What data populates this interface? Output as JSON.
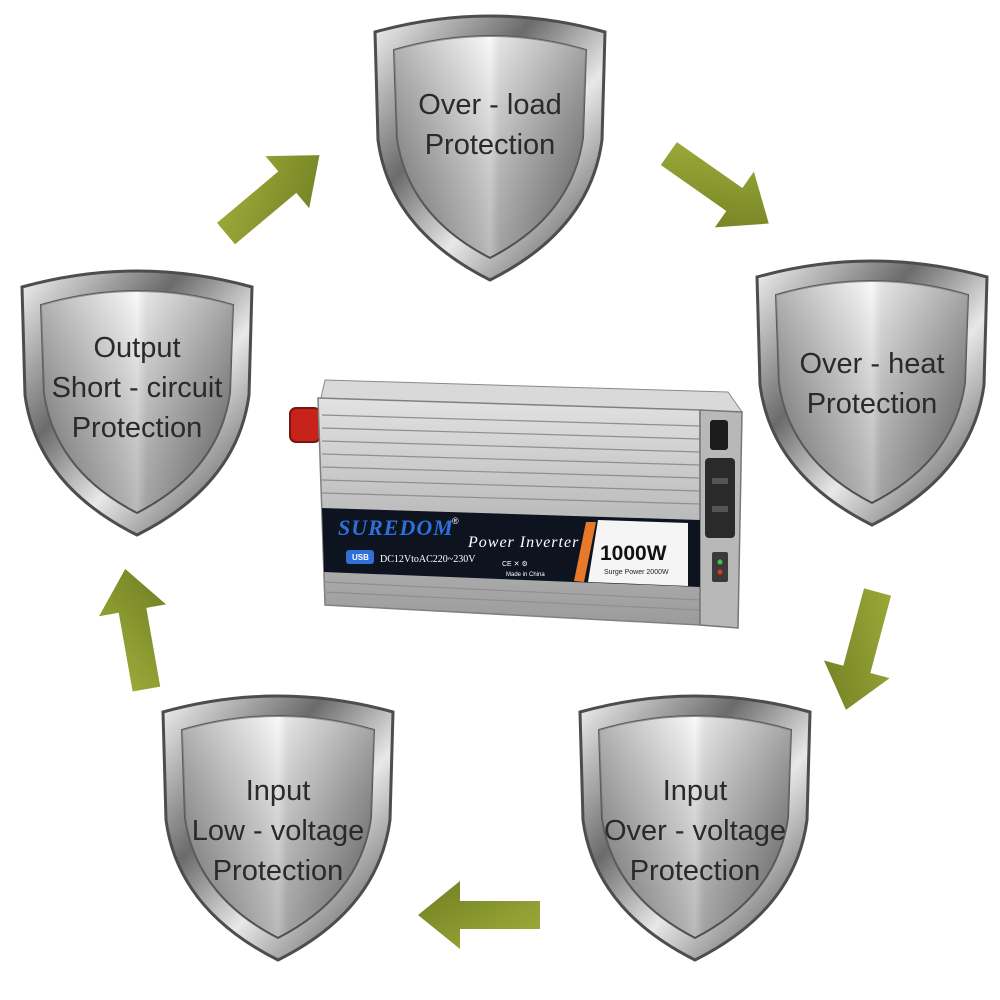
{
  "shields": [
    {
      "id": "overload",
      "lines": [
        "Over - load",
        "Protection"
      ]
    },
    {
      "id": "overheat",
      "lines": [
        "Over - heat",
        "Protection"
      ]
    },
    {
      "id": "input-overvoltage",
      "lines": [
        "Input",
        "Over - voltage",
        "Protection"
      ]
    },
    {
      "id": "input-lowvoltage",
      "lines": [
        "Input",
        "Low - voltage",
        "Protection"
      ]
    },
    {
      "id": "output-short-circuit",
      "lines": [
        "Output",
        "Short - circuit",
        "Protection"
      ]
    }
  ],
  "inverter": {
    "brand": "SUREDOM",
    "registered": "®",
    "product": "Power Inverter",
    "usb": "USB",
    "spec": "DC12VtoAC220~230V",
    "cert_marks": "CE ✕ ⚙",
    "origin": "Made in China",
    "wattage": "1000W",
    "surge": "Surge Power 2000W"
  },
  "colors": {
    "arrow": "#8a9a2e",
    "shield_rim": "#4d4d4d",
    "shield_face": "#cfcfcf",
    "label_band": "#0d1420",
    "brand_blue": "#2f6fd8"
  }
}
